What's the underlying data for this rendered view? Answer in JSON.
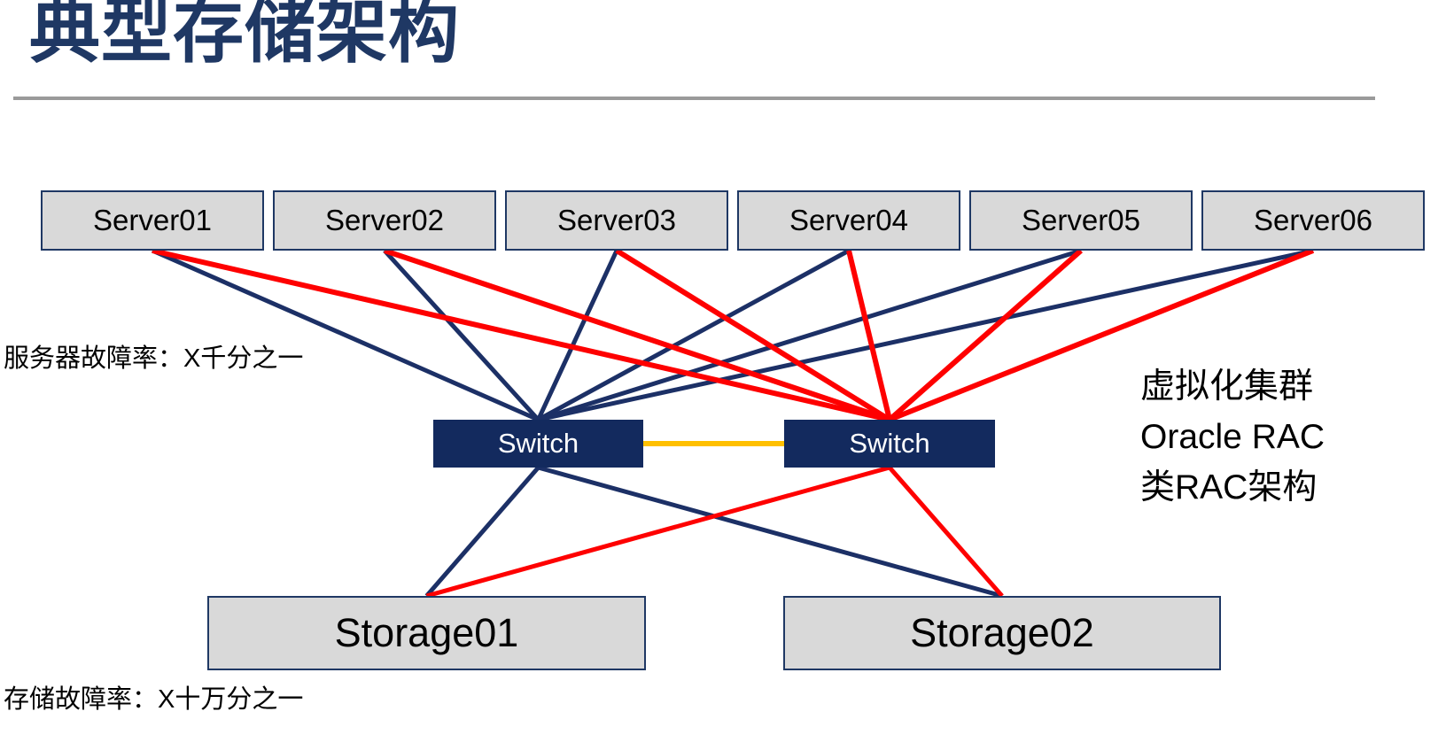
{
  "title": "典型存储架构",
  "annotations": {
    "server_failure_rate": "服务器故障率：X千分之一",
    "storage_failure_rate": "存储故障率：X十万分之一",
    "cluster_note_lines": [
      "虚拟化集群",
      "Oracle RAC",
      "类RAC架构"
    ]
  },
  "nodes": {
    "servers": [
      {
        "id": "server01",
        "label": "Server01"
      },
      {
        "id": "server02",
        "label": "Server02"
      },
      {
        "id": "server03",
        "label": "Server03"
      },
      {
        "id": "server04",
        "label": "Server04"
      },
      {
        "id": "server05",
        "label": "Server05"
      },
      {
        "id": "server06",
        "label": "Server06"
      }
    ],
    "switches": [
      {
        "id": "switch-a",
        "label": "Switch"
      },
      {
        "id": "switch-b",
        "label": "Switch"
      }
    ],
    "storages": [
      {
        "id": "storage01",
        "label": "Storage01"
      },
      {
        "id": "storage02",
        "label": "Storage02"
      }
    ]
  },
  "colors": {
    "navy": "#1c3066",
    "red": "#fe0000",
    "orange": "#ffc000",
    "box_fill": "#d9d9d9",
    "box_border": "#1f3864",
    "switch_fill": "#132a5e",
    "title": "#1f3864",
    "rule": "#9a9a9a"
  },
  "edges": [
    {
      "from": "server01",
      "to": "switch-a",
      "color": "navy",
      "width": 5
    },
    {
      "from": "server02",
      "to": "switch-a",
      "color": "navy",
      "width": 5
    },
    {
      "from": "server03",
      "to": "switch-a",
      "color": "navy",
      "width": 5
    },
    {
      "from": "server04",
      "to": "switch-a",
      "color": "navy",
      "width": 5
    },
    {
      "from": "server05",
      "to": "switch-a",
      "color": "navy",
      "width": 5
    },
    {
      "from": "server06",
      "to": "switch-a",
      "color": "navy",
      "width": 5
    },
    {
      "from": "switch-a",
      "to": "storage01",
      "color": "navy",
      "width": 5
    },
    {
      "from": "switch-a",
      "to": "storage02",
      "color": "navy",
      "width": 5
    },
    {
      "from": "server01",
      "to": "switch-b",
      "color": "red",
      "width": 6
    },
    {
      "from": "server02",
      "to": "switch-b",
      "color": "red",
      "width": 6
    },
    {
      "from": "server03",
      "to": "switch-b",
      "color": "red",
      "width": 6
    },
    {
      "from": "server04",
      "to": "switch-b",
      "color": "red",
      "width": 6
    },
    {
      "from": "server05",
      "to": "switch-b",
      "color": "red",
      "width": 6
    },
    {
      "from": "server06",
      "to": "switch-b",
      "color": "red",
      "width": 6
    },
    {
      "from": "switch-b",
      "to": "storage01",
      "color": "red",
      "width": 5
    },
    {
      "from": "switch-b",
      "to": "storage02",
      "color": "red",
      "width": 5
    },
    {
      "from": "switch-a",
      "to": "switch-b",
      "color": "orange",
      "width": 6,
      "from_side": "right",
      "to_side": "left"
    }
  ]
}
